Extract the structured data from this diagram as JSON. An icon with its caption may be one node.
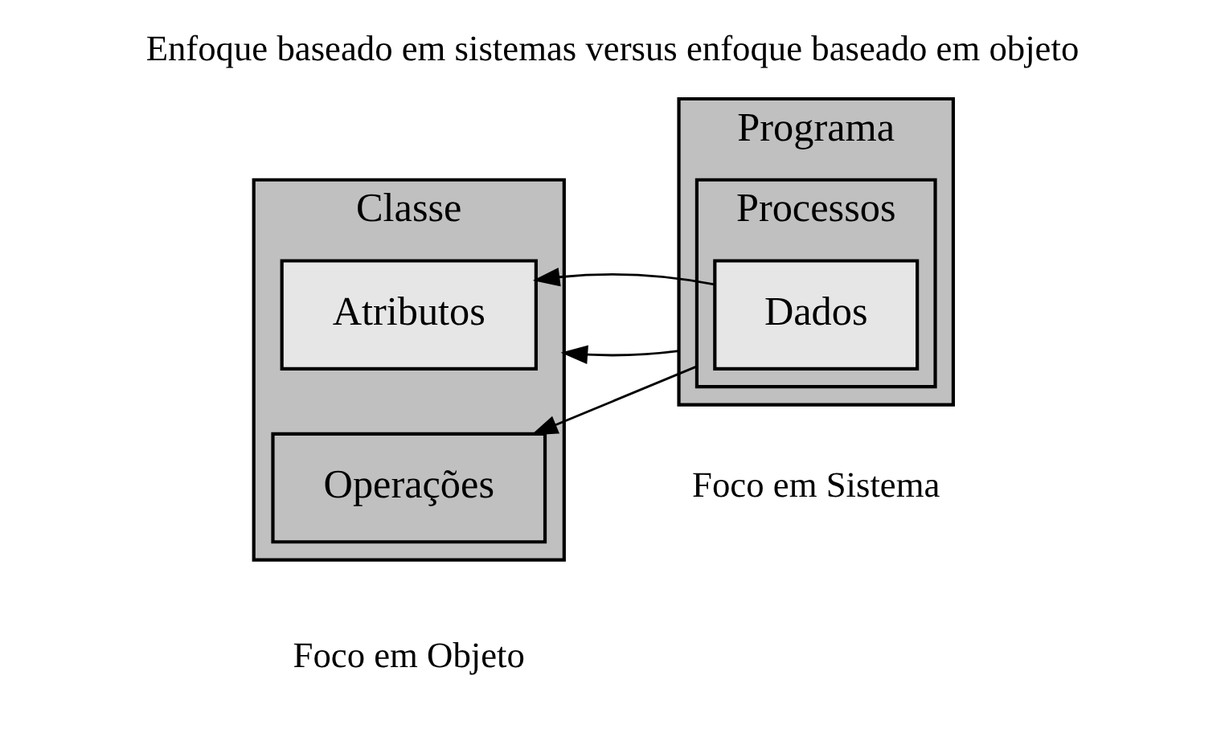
{
  "diagram": {
    "title": "Enfoque baseado em sistemas versus enfoque baseado em objeto",
    "nodes": [
      {
        "text": [
          "Programa"
        ],
        "beside": [
          "Foco em Sistema"
        ]
      },
      {
        "text": [
          "Processos"
        ],
        "in": 0
      },
      {
        "text": [
          "Dados"
        ],
        "in": 1
      },
      {
        "text": [
          "Classe"
        ],
        "beside": [
          "Foco em Objeto"
        ]
      },
      {
        "text": [
          "Atributos"
        ],
        "in": 3
      },
      {
        "text": [
          "Operações"
        ],
        "in": 3
      }
    ],
    "edges": [
      {
        "from": 0,
        "to": 3,
        "arrow": "to"
      },
      {
        "from": 1,
        "to": 5,
        "arrow": "to"
      },
      {
        "from": 2,
        "to": 4,
        "arrow": "to"
      }
    ]
  }
}
